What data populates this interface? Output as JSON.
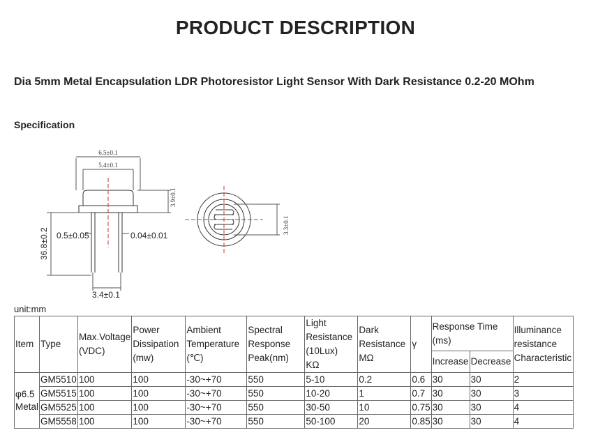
{
  "heading": "PRODUCT DESCRIPTION",
  "product_title": "Dia 5mm Metal Encapsulation LDR Photoresistor Light Sensor With Dark Resistance 0.2-20 MOhm",
  "spec_label": "Specification",
  "drawing": {
    "width_outer": "6.5±0.1",
    "width_inner": "5.4±0.1",
    "cap_height": "3.9±0.1",
    "lead_length": "36.8±0.2",
    "lead_diameter": "0.5±0.05",
    "flange": "0.04±0.01",
    "lead_spacing": "3.4±0.1",
    "window": "3.3±0.1"
  },
  "unit": "unit:mm",
  "table": {
    "headers": {
      "item": "Item",
      "type": "Type",
      "max_voltage": [
        "Max.Voltage",
        "(VDC)"
      ],
      "power": [
        "Power",
        "Dissipation",
        "(mw)"
      ],
      "ambient": [
        "Ambient",
        "Temperature",
        "(℃)"
      ],
      "spectral": [
        "Spectral",
        "Response",
        "Peak(nm)"
      ],
      "light_res": [
        "Light",
        "Resistance",
        "(10Lux)",
        "KΩ"
      ],
      "dark_res": [
        "Dark",
        "Resistance",
        "MΩ"
      ],
      "gamma": "γ",
      "response_time": [
        "Response Time",
        "(ms)"
      ],
      "increase": "Increase",
      "decrease": "Decrease",
      "illuminance": [
        "Illuminance",
        "resistance",
        "Characteristic"
      ]
    },
    "item_label": [
      "φ6.5",
      "Metal"
    ],
    "rows": [
      {
        "type": "GM5510",
        "vmax": "100",
        "power": "100",
        "temp": "-30~+70",
        "peak": "550",
        "light": "5-10",
        "dark": "0.2",
        "gamma": "0.6",
        "inc": "30",
        "dec": "30",
        "ill": "2"
      },
      {
        "type": "GM5515",
        "vmax": "100",
        "power": "100",
        "temp": "-30~+70",
        "peak": "550",
        "light": "10-20",
        "dark": "1",
        "gamma": "0.7",
        "inc": "30",
        "dec": "30",
        "ill": "3"
      },
      {
        "type": "GM5525",
        "vmax": "100",
        "power": "100",
        "temp": "-30~+70",
        "peak": "550",
        "light": "30-50",
        "dark": "10",
        "gamma": "0.75",
        "inc": "30",
        "dec": "30",
        "ill": "4"
      },
      {
        "type": "GM5558",
        "vmax": "100",
        "power": "100",
        "temp": "-30~+70",
        "peak": "550",
        "light": "50-100",
        "dark": "20",
        "gamma": "0.85",
        "inc": "30",
        "dec": "30",
        "ill": "4"
      }
    ]
  }
}
